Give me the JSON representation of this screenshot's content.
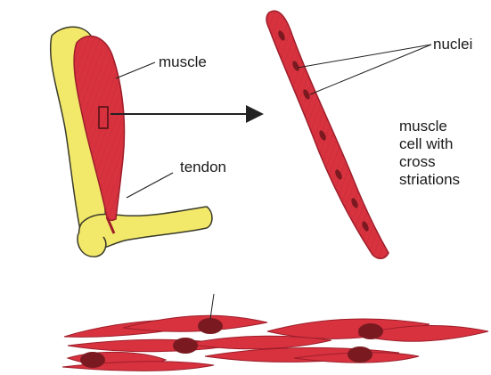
{
  "labels": {
    "muscle": "muscle",
    "tendon": "tendon",
    "nuclei": "nuclei",
    "cell_caption": [
      "muscle",
      "cell with",
      "cross",
      "striations"
    ]
  },
  "colors": {
    "bone": "#f2e86a",
    "bone_outline": "#3a3a2a",
    "muscle": "#d8323f",
    "muscle_dark": "#9e1e2a",
    "nucleus": "#7a1a20",
    "line": "#222222"
  }
}
